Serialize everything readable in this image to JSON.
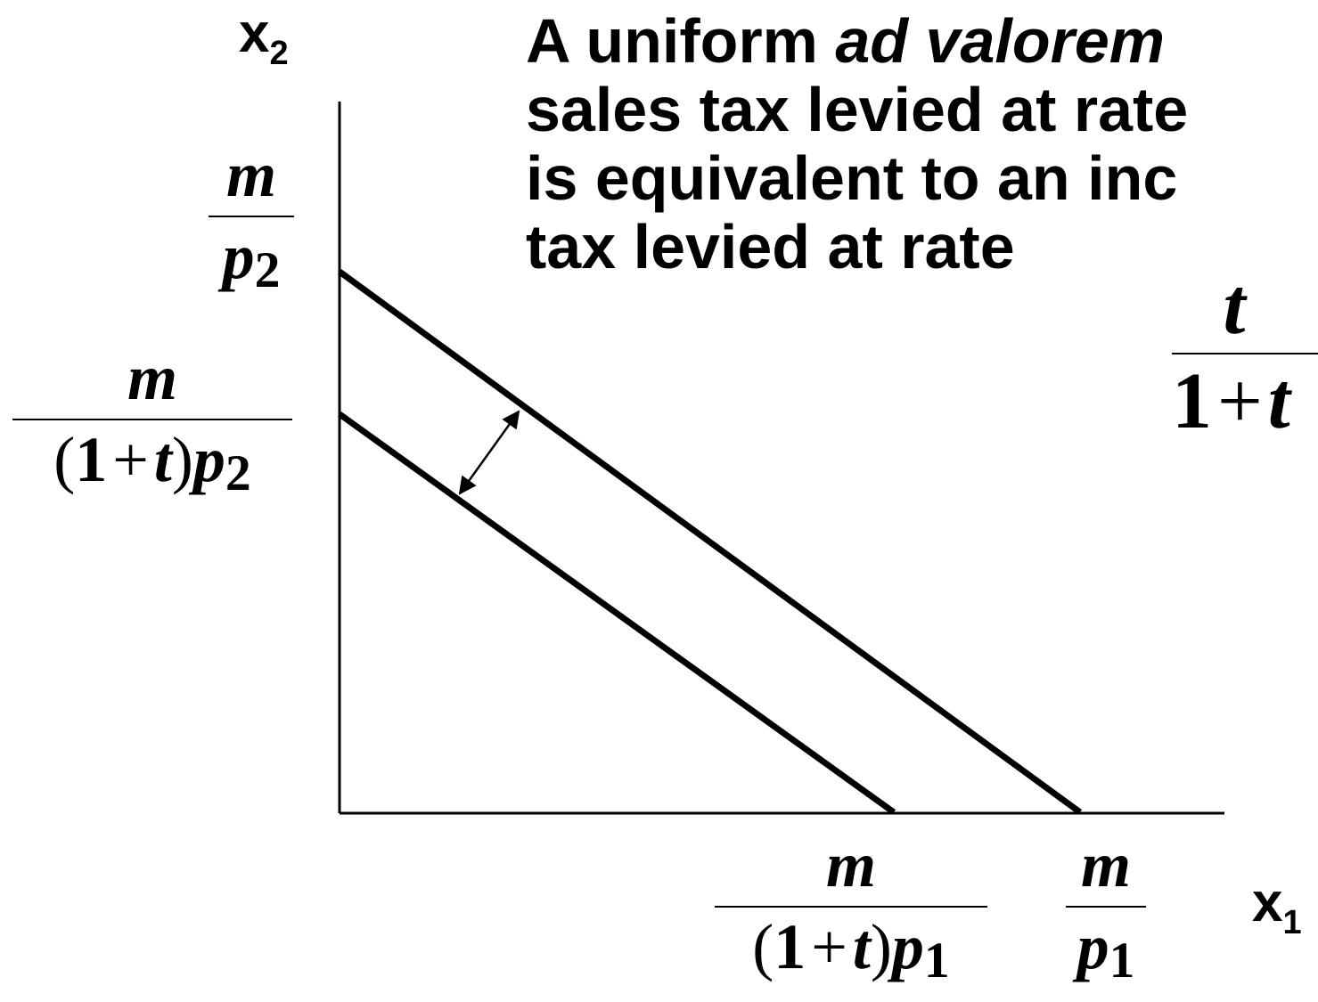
{
  "headline": {
    "line1_prefix": "A uniform ",
    "line1_italic": "ad valorem",
    "line2": "sales tax levied at rate",
    "line3": "is equivalent to an inc",
    "line4": "tax levied at rate"
  },
  "rate_fraction": {
    "numerator": "t",
    "one": "1",
    "plus": "+",
    "t": "t"
  },
  "axes": {
    "y_label": "x",
    "y_sub": "2",
    "x_label": "x",
    "x_sub": "1"
  },
  "y_ticks": {
    "m_over_p2": {
      "numerator": "m",
      "p": "p",
      "sub": "2"
    },
    "m_over_1pt_p2": {
      "numerator": "m",
      "open": "(",
      "one": "1",
      "plus": "+",
      "t": "t",
      "close": ")",
      "p": "p",
      "sub": "2"
    }
  },
  "x_ticks": {
    "m_over_1pt_p1": {
      "numerator": "m",
      "open": "(",
      "one": "1",
      "plus": "+",
      "t": "t",
      "close": ")",
      "p": "p",
      "sub": "1"
    },
    "m_over_p1": {
      "numerator": "m",
      "p": "p",
      "sub": "1"
    }
  },
  "colors": {
    "ink": "#000000",
    "background": "#ffffff"
  }
}
